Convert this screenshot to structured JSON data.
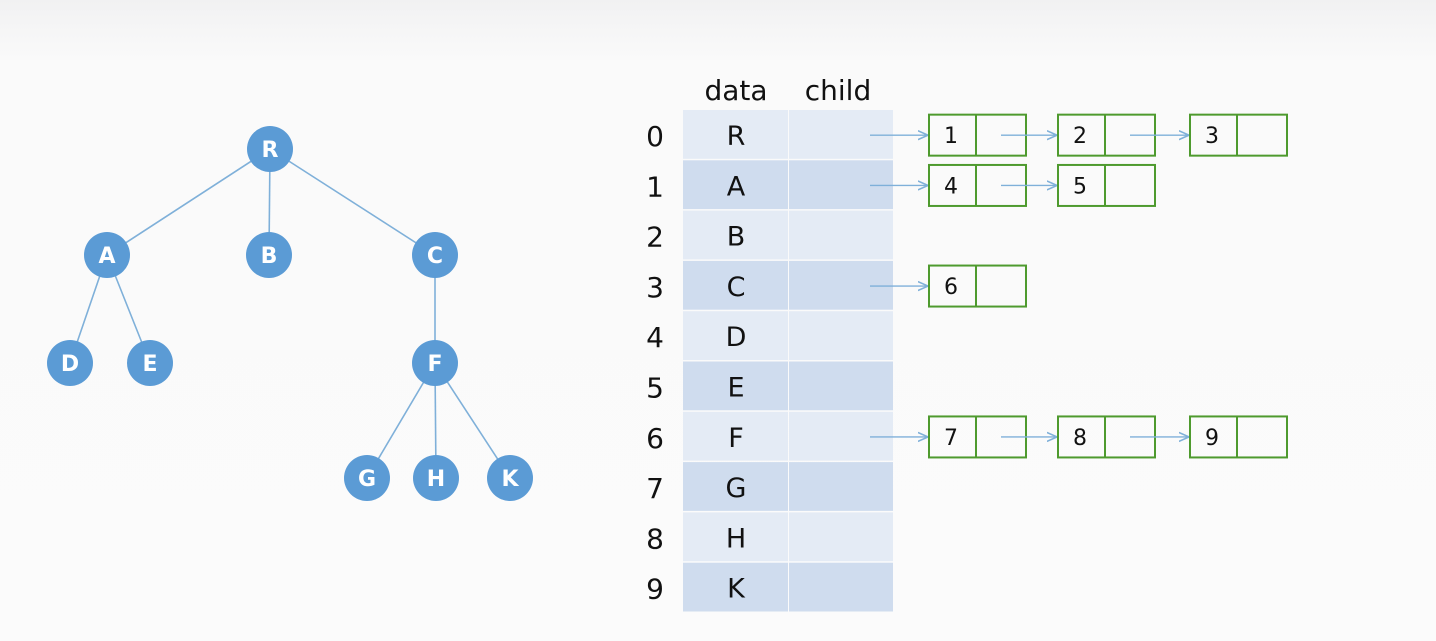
{
  "tree": {
    "nodes": [
      {
        "id": "R",
        "label": "R"
      },
      {
        "id": "A",
        "label": "A"
      },
      {
        "id": "B",
        "label": "B"
      },
      {
        "id": "C",
        "label": "C"
      },
      {
        "id": "D",
        "label": "D"
      },
      {
        "id": "E",
        "label": "E"
      },
      {
        "id": "F",
        "label": "F"
      },
      {
        "id": "G",
        "label": "G"
      },
      {
        "id": "H",
        "label": "H"
      },
      {
        "id": "K",
        "label": "K"
      }
    ],
    "edges": [
      [
        "R",
        "A"
      ],
      [
        "R",
        "B"
      ],
      [
        "R",
        "C"
      ],
      [
        "A",
        "D"
      ],
      [
        "A",
        "E"
      ],
      [
        "C",
        "F"
      ],
      [
        "F",
        "G"
      ],
      [
        "F",
        "H"
      ],
      [
        "F",
        "K"
      ]
    ]
  },
  "table": {
    "header_data": "data",
    "header_child": "child",
    "rows": [
      {
        "index": "0",
        "data": "R",
        "children": [
          "1",
          "2",
          "3"
        ]
      },
      {
        "index": "1",
        "data": "A",
        "children": [
          "4",
          "5"
        ]
      },
      {
        "index": "2",
        "data": "B",
        "children": []
      },
      {
        "index": "3",
        "data": "C",
        "children": [
          "6"
        ]
      },
      {
        "index": "4",
        "data": "D",
        "children": []
      },
      {
        "index": "5",
        "data": "E",
        "children": []
      },
      {
        "index": "6",
        "data": "F",
        "children": [
          "7",
          "8",
          "9"
        ]
      },
      {
        "index": "7",
        "data": "G",
        "children": []
      },
      {
        "index": "8",
        "data": "H",
        "children": []
      },
      {
        "index": "9",
        "data": "K",
        "children": []
      }
    ]
  },
  "colors": {
    "node_fill": "#5b9bd5",
    "node_text": "#ffffff",
    "edge": "#7fb0d9",
    "row_light": "#e4ebf5",
    "row_dark": "#cfdcee",
    "box_stroke": "#4e9a2e",
    "arrow": "#7fb0d9",
    "text": "#111111"
  }
}
